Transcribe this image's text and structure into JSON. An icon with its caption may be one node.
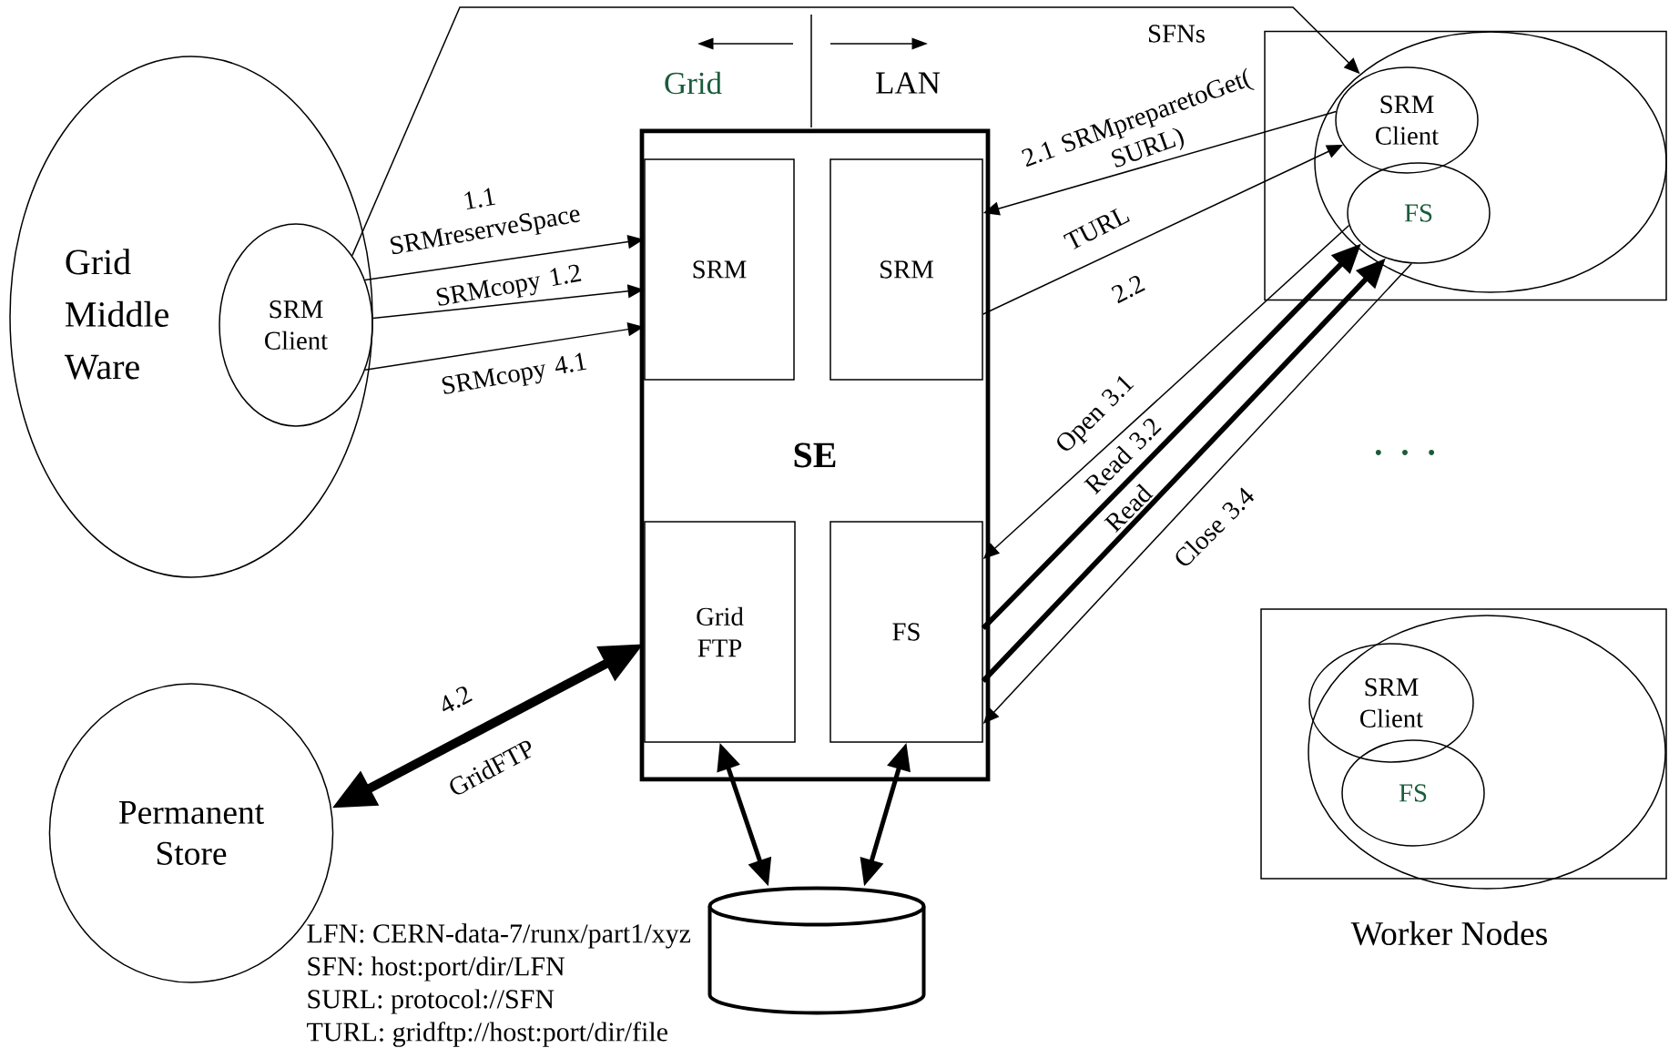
{
  "diagram": {
    "nodes": [
      {
        "text": [
          "Grid Middle Ware"
        ]
      },
      {
        "text": [
          "SRM Client"
        ],
        "in": 0
      },
      {
        "text": [
          "SE"
        ]
      },
      {
        "text": [
          "SRM"
        ],
        "in": 2
      },
      {
        "text": [
          "SRM"
        ],
        "in": 2
      },
      {
        "text": [
          "Grid FTP"
        ],
        "in": 2
      },
      {
        "text": [
          "FS"
        ],
        "in": 2
      },
      {
        "text": [],
        "shape": "box"
      },
      {
        "text": [],
        "shape": "circle",
        "in": 7
      },
      {
        "text": [
          "SRM Client"
        ],
        "in": 8
      },
      {
        "text": [
          "FS"
        ],
        "in": 8
      },
      {
        "text": [],
        "shape": "box"
      },
      {
        "text": [],
        "shape": "circle",
        "in": 11
      },
      {
        "text": [
          "SRM Client"
        ],
        "in": 12
      },
      {
        "text": [
          "FS"
        ],
        "in": 12
      },
      {
        "text": [
          "Permanent Store"
        ]
      },
      {
        "text": [],
        "shape": "cylinder"
      }
    ],
    "edges": [
      {
        "from": 1,
        "to": 8,
        "arrow": "to",
        "label": "SFNs"
      },
      {
        "from": 1,
        "to": 3,
        "arrow": "to",
        "label": "1.1 SRMreserveSpace"
      },
      {
        "from": 1,
        "to": 3,
        "arrow": "to",
        "label": "SRMcopy 1.2"
      },
      {
        "from": 1,
        "to": 3,
        "arrow": "to",
        "label": "SRMcopy 4.1"
      },
      {
        "from": 9,
        "to": 4,
        "arrow": "to",
        "label": "2.1 SRMpreparetoGet( SURL)"
      },
      {
        "from": 4,
        "to": 9,
        "arrow": "to",
        "label": "TURL 2.2"
      },
      {
        "from": 10,
        "to": 6,
        "arrow": "to",
        "label": "Open 3.1"
      },
      {
        "from": 6,
        "to": 10,
        "arrow": "to",
        "label": "Read 3.2",
        "style": "thick"
      },
      {
        "from": 6,
        "to": 10,
        "arrow": "to",
        "label": "Read",
        "style": "thick"
      },
      {
        "from": 10,
        "to": 6,
        "arrow": "to",
        "label": "Close 3.4"
      },
      {
        "from": 5,
        "to": 15,
        "arrow": "both",
        "label": "4.2 GridFTP",
        "style": "thick"
      },
      {
        "from": 5,
        "to": 16,
        "arrow": "both",
        "style": "thick"
      },
      {
        "from": 6,
        "to": 16,
        "arrow": "both",
        "style": "thick"
      }
    ],
    "labels": [
      "Grid",
      "LAN",
      ". . .",
      "Worker Nodes",
      "LFN: CERN-data-7/runx/part1/xyz",
      "SFN: host:port/dir/LFN",
      "SURL: protocol://SFN",
      "TURL: gridftp://host:port/dir/file"
    ]
  }
}
